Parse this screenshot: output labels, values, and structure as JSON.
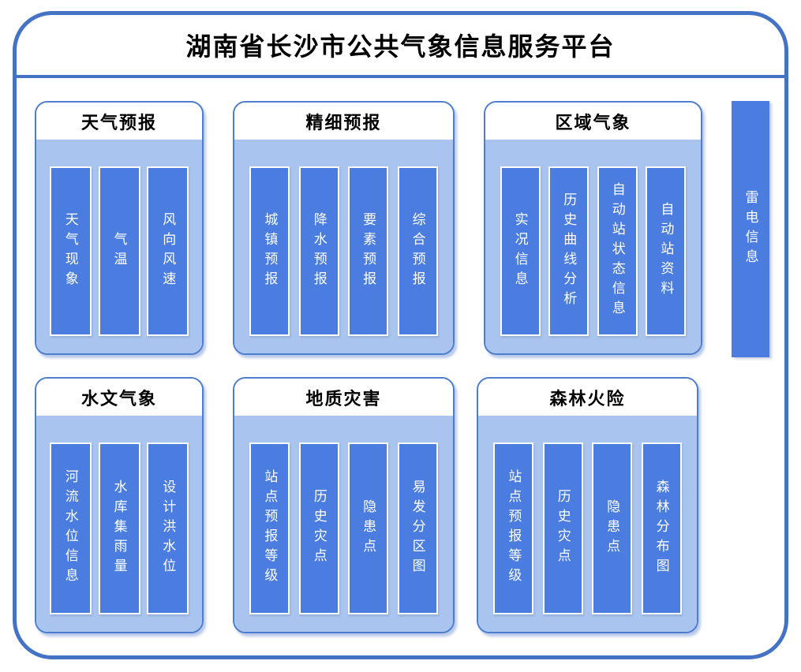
{
  "page": {
    "title": "湖南省长沙市公共气象信息服务平台"
  },
  "colors": {
    "frame_border": "#4472C4",
    "panel_border": "#4d7ecd",
    "panel_body_fill": "#a9c4ef",
    "bar_fill": "#4b7de1",
    "bar_text": "#ffffff",
    "title_text": "#000000"
  },
  "panels": [
    {
      "title": "天气预报",
      "items": [
        "天气现象",
        "气温",
        "风向风速"
      ]
    },
    {
      "title": "精细预报",
      "items": [
        "城镇预报",
        "降水预报",
        "要素预报",
        "综合预报"
      ]
    },
    {
      "title": "区域气象",
      "items": [
        "实况信息",
        "历史曲线分析",
        "自动站状态信息",
        "自动站资料"
      ]
    },
    {
      "title": "水文气象",
      "items": [
        "河流水位信息",
        "水库集雨量",
        "设计洪水位"
      ]
    },
    {
      "title": "地质灾害",
      "items": [
        "站点预报等级",
        "历史灾点",
        "隐患点",
        "易发分区图"
      ]
    },
    {
      "title": "森林火险",
      "items": [
        "站点预报等级",
        "历史灾点",
        "隐患点",
        "森林分布图"
      ]
    }
  ],
  "side_bar": {
    "label": "雷电信息"
  }
}
